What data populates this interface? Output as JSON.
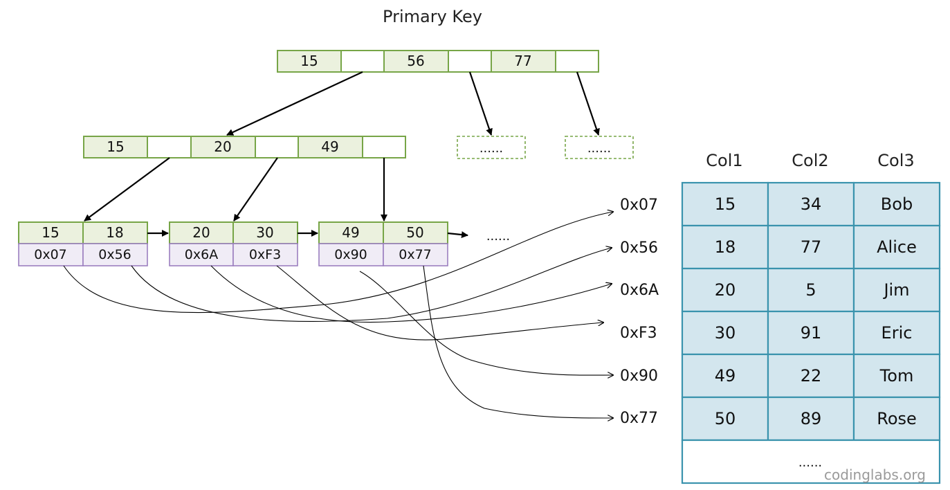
{
  "title": "Primary Key",
  "root_node": {
    "keys": [
      "15",
      "56",
      "77"
    ]
  },
  "level2_node": {
    "keys": [
      "15",
      "20",
      "49"
    ]
  },
  "placeholder_nodes": [
    {
      "label": "......"
    },
    {
      "label": "......"
    }
  ],
  "leaf_nodes": [
    {
      "keys": [
        "15",
        "18"
      ],
      "pointers": [
        "0x07",
        "0x56"
      ]
    },
    {
      "keys": [
        "20",
        "30"
      ],
      "pointers": [
        "0x6A",
        "0xF3"
      ]
    },
    {
      "keys": [
        "49",
        "50"
      ],
      "pointers": [
        "0x90",
        "0x77"
      ]
    }
  ],
  "leaf_continuation": "......",
  "address_labels": [
    "0x07",
    "0x56",
    "0x6A",
    "0xF3",
    "0x90",
    "0x77"
  ],
  "table": {
    "headers": [
      "Col1",
      "Col2",
      "Col3"
    ],
    "rows": [
      [
        "15",
        "34",
        "Bob"
      ],
      [
        "18",
        "77",
        "Alice"
      ],
      [
        "20",
        "5",
        "Jim"
      ],
      [
        "30",
        "91",
        "Eric"
      ],
      [
        "49",
        "22",
        "Tom"
      ],
      [
        "50",
        "89",
        "Rose"
      ]
    ],
    "footer": "......"
  },
  "watermark": "codinglabs.org",
  "colors": {
    "node_fill": "#ebf1de",
    "node_border": "#77a547",
    "pointer_fill": "#f0ecf6",
    "pointer_border": "#9b7fbf",
    "table_fill": "#d3e6ee",
    "table_border": "#3a93ad"
  }
}
